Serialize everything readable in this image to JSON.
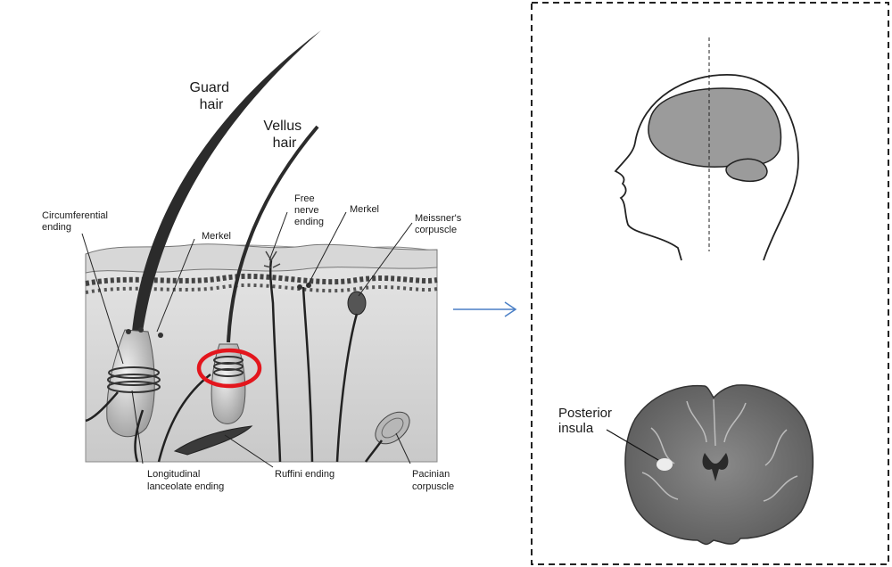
{
  "skin_panel": {
    "guard_hair": [
      "Guard",
      "hair"
    ],
    "vellus_hair": [
      "Vellus",
      "hair"
    ],
    "circumferential_ending": [
      "Circumferential",
      "ending"
    ],
    "merkel_left": "Merkel",
    "free_nerve_ending": [
      "Free",
      "nerve",
      "ending"
    ],
    "merkel_right": "Merkel",
    "meissners_corpuscle": [
      "Meissner's",
      "corpuscle"
    ],
    "longitudinal_lanceolate_ending": [
      "Longitudinal",
      "lanceolate ending"
    ],
    "ruffini_ending": "Ruffini ending",
    "pacinian_corpuscle": [
      "Pacinian",
      "corpuscle"
    ]
  },
  "brain_panel": {
    "posterior_insula": [
      "Posterior",
      "insula"
    ]
  },
  "colors": {
    "highlight_circle": "#e3161d",
    "arrow": "#4a7fc6",
    "brain_fill": "#9b9b9b",
    "mri_tissue": "#6f6f6f"
  }
}
